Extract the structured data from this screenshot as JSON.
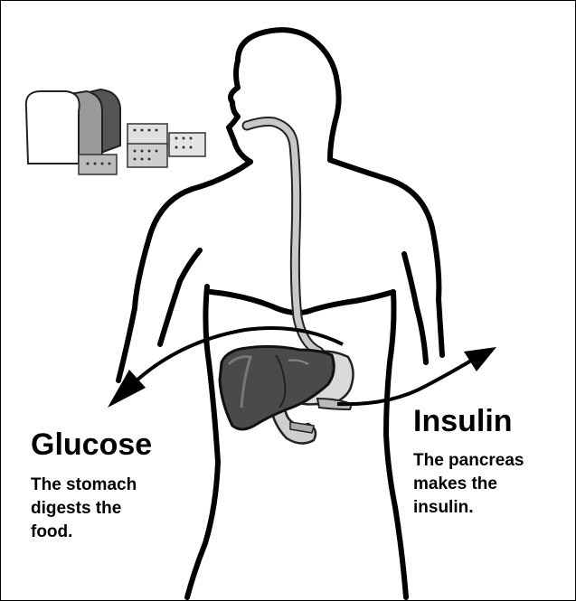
{
  "glucose": {
    "title": "Glucose",
    "description_lines": [
      "The stomach",
      "digests the",
      "food."
    ]
  },
  "insulin": {
    "title": "Insulin",
    "description_lines": [
      "The pancreas",
      "makes the",
      "insulin."
    ]
  }
}
